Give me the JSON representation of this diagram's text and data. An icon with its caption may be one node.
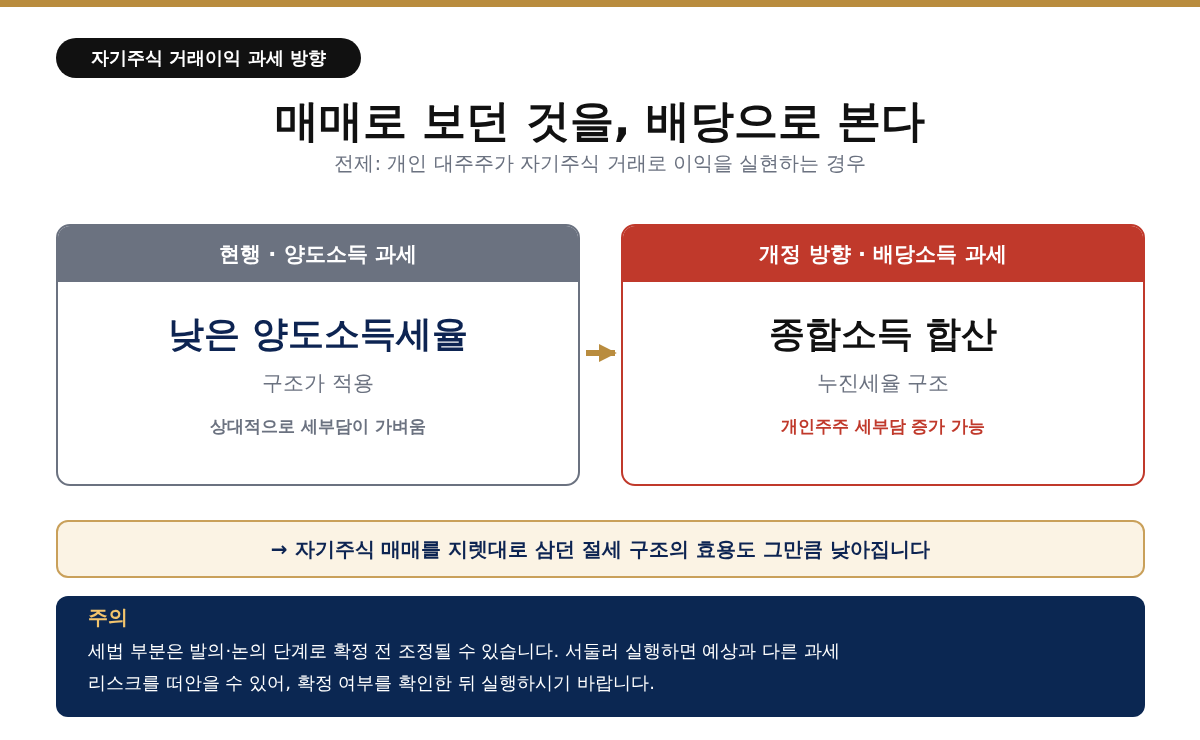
{
  "diagram": {
    "title": "매매로 보던 것을, 배당으로 본다",
    "nodes": [
      {
        "text": [
          "자기주식 거래이익 과세 방향"
        ]
      },
      {
        "text": [
          "현행 · 양도소득 과세",
          "낮은 양도소득세율",
          "구조가 적용",
          "상대적으로 세부담이 가벼움"
        ]
      },
      {
        "text": [
          "개정 방향 · 배당소득 과세",
          "종합소득 합산",
          "누진세율 구조",
          "개인주주 세부담 증가 가능"
        ]
      },
      {
        "text": [
          "→ 자기주식 매매를 지렛대로 삼던 절세 구조의 효용도 그만큼 낮아집니다"
        ]
      },
      {
        "text": [
          "주의",
          "세법 부분은 발의·논의 단계로 확정 전 조정될 수 있습니다. 서둘러 실행하면 예상과 다른 과세 리스크를 떠안을 수 있어, 확정 여부를 확인한 뒤 실행하시기 바랍니다."
        ]
      }
    ],
    "edges": [
      {
        "from": 1,
        "to": 2,
        "arrow": "to"
      }
    ],
    "labels": [
      "전제: 개인 대주주가 자기주식 거래로 이익을 실현하는 경우"
    ]
  }
}
